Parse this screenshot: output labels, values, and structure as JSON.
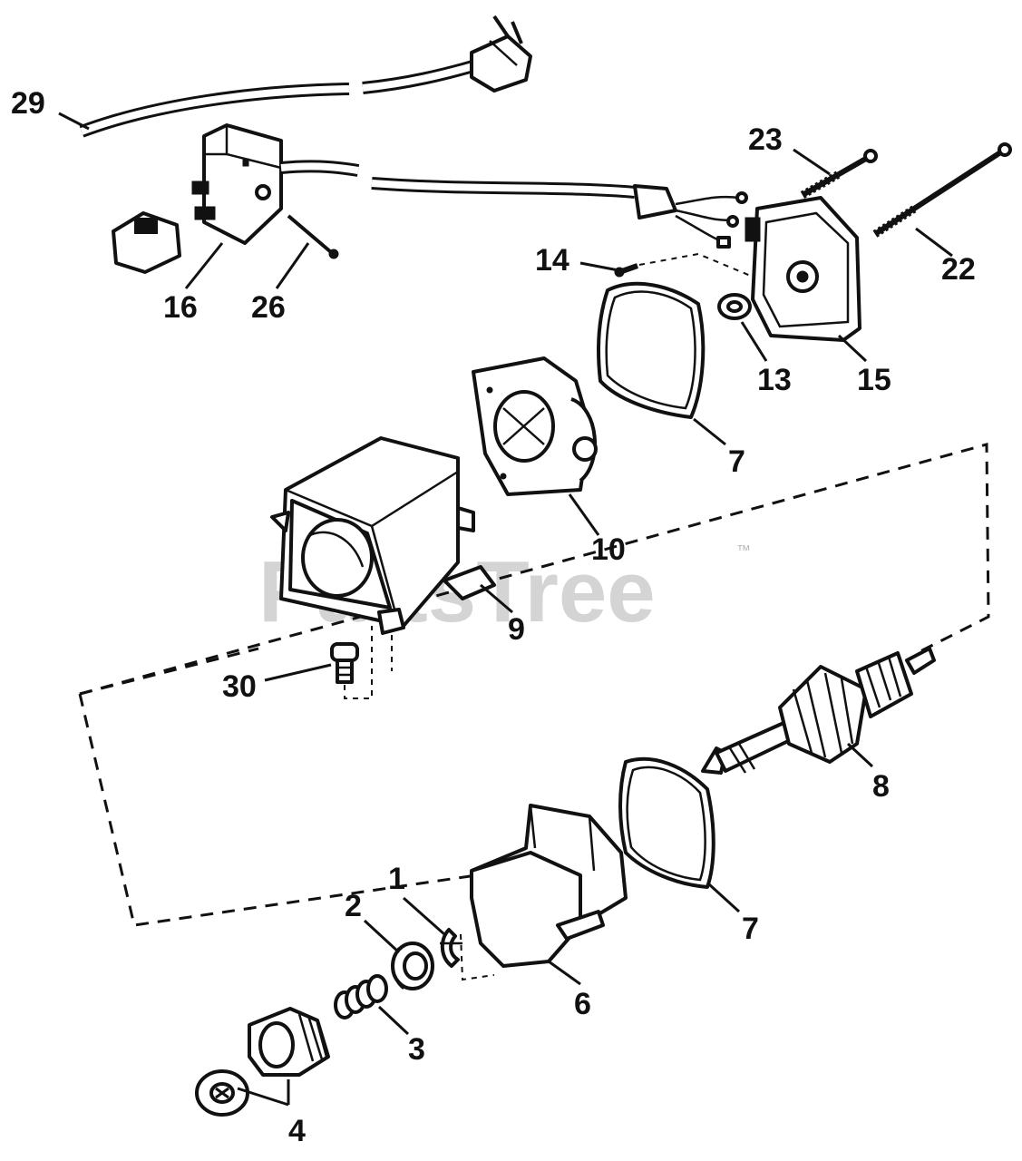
{
  "watermark": {
    "brand": "PartsTree",
    "mark": "™"
  },
  "callouts": {
    "c29": "29",
    "c16": "16",
    "c26": "26",
    "c23": "23",
    "c22": "22",
    "c14": "14",
    "c13": "13",
    "c15": "15",
    "c7a": "7",
    "c10": "10",
    "c9": "9",
    "c30": "30",
    "c8": "8",
    "c7b": "7",
    "c1": "1",
    "c2": "2",
    "c6": "6",
    "c3": "3",
    "c4": "4"
  }
}
